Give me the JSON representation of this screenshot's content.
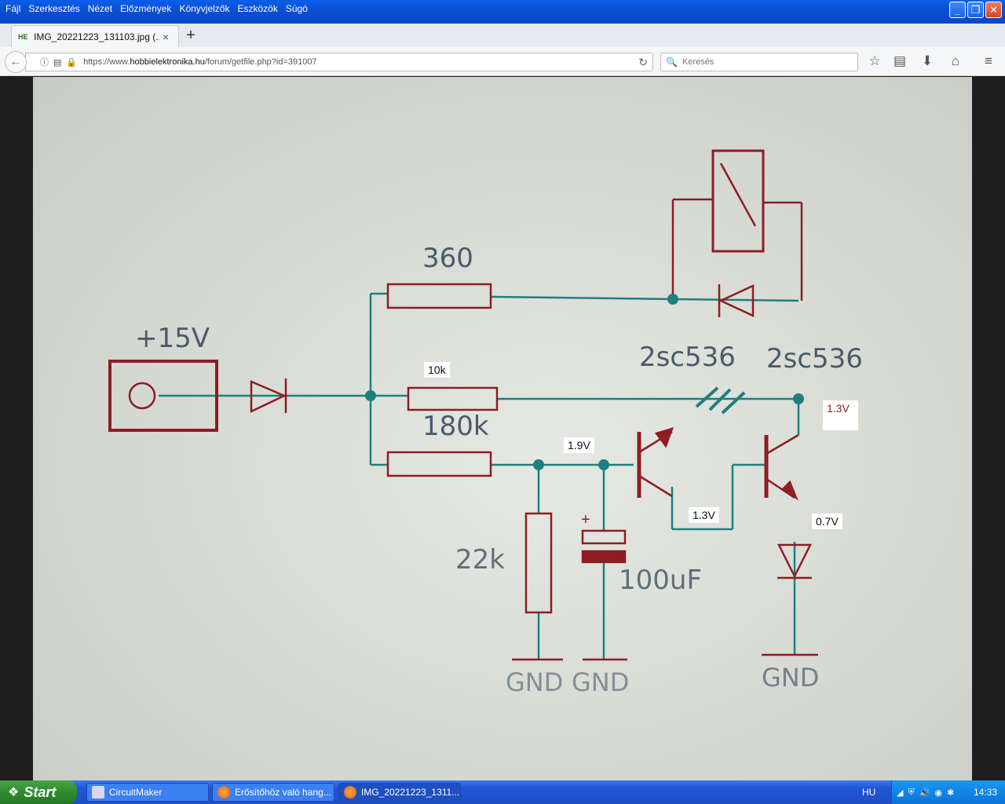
{
  "menu": [
    "Fájl",
    "Szerkesztés",
    "Nézet",
    "Előzmények",
    "Könyvjelzők",
    "Eszközök",
    "Súgó"
  ],
  "tab": {
    "favicon": "HE",
    "label": "IMG_20221223_131103.jpg (...",
    "close": "×"
  },
  "newtab": "+",
  "url": {
    "prefix": "https://www.",
    "host": "hobbielektronika.hu",
    "path": "/forum/getfile.php?id=391007"
  },
  "search": {
    "placeholder": "Keresés"
  },
  "schematic": {
    "supply": "+15V",
    "r1": "360",
    "r2": "10k",
    "r3": "180k",
    "r4": "22k",
    "cap": "100uF",
    "cap_plus": "+",
    "q1": "2sc536",
    "q2": "2sc536",
    "gnd1": "GND",
    "gnd2": "GND",
    "gnd3": "GND",
    "v_base": "1.9V",
    "v_emitter": "1.3V",
    "v_collector": "1.3V",
    "v_out": "0.7V"
  },
  "taskbar": {
    "start": "Start",
    "tasks": [
      "CircuitMaker",
      "Erősítőhöz való hang...",
      "IMG_20221223_1311..."
    ],
    "lang": "HU",
    "clock": "14:33"
  },
  "colors": {
    "wire": "#1f7f7f",
    "part": "#8e1d25",
    "label": "#4a5b6a"
  }
}
